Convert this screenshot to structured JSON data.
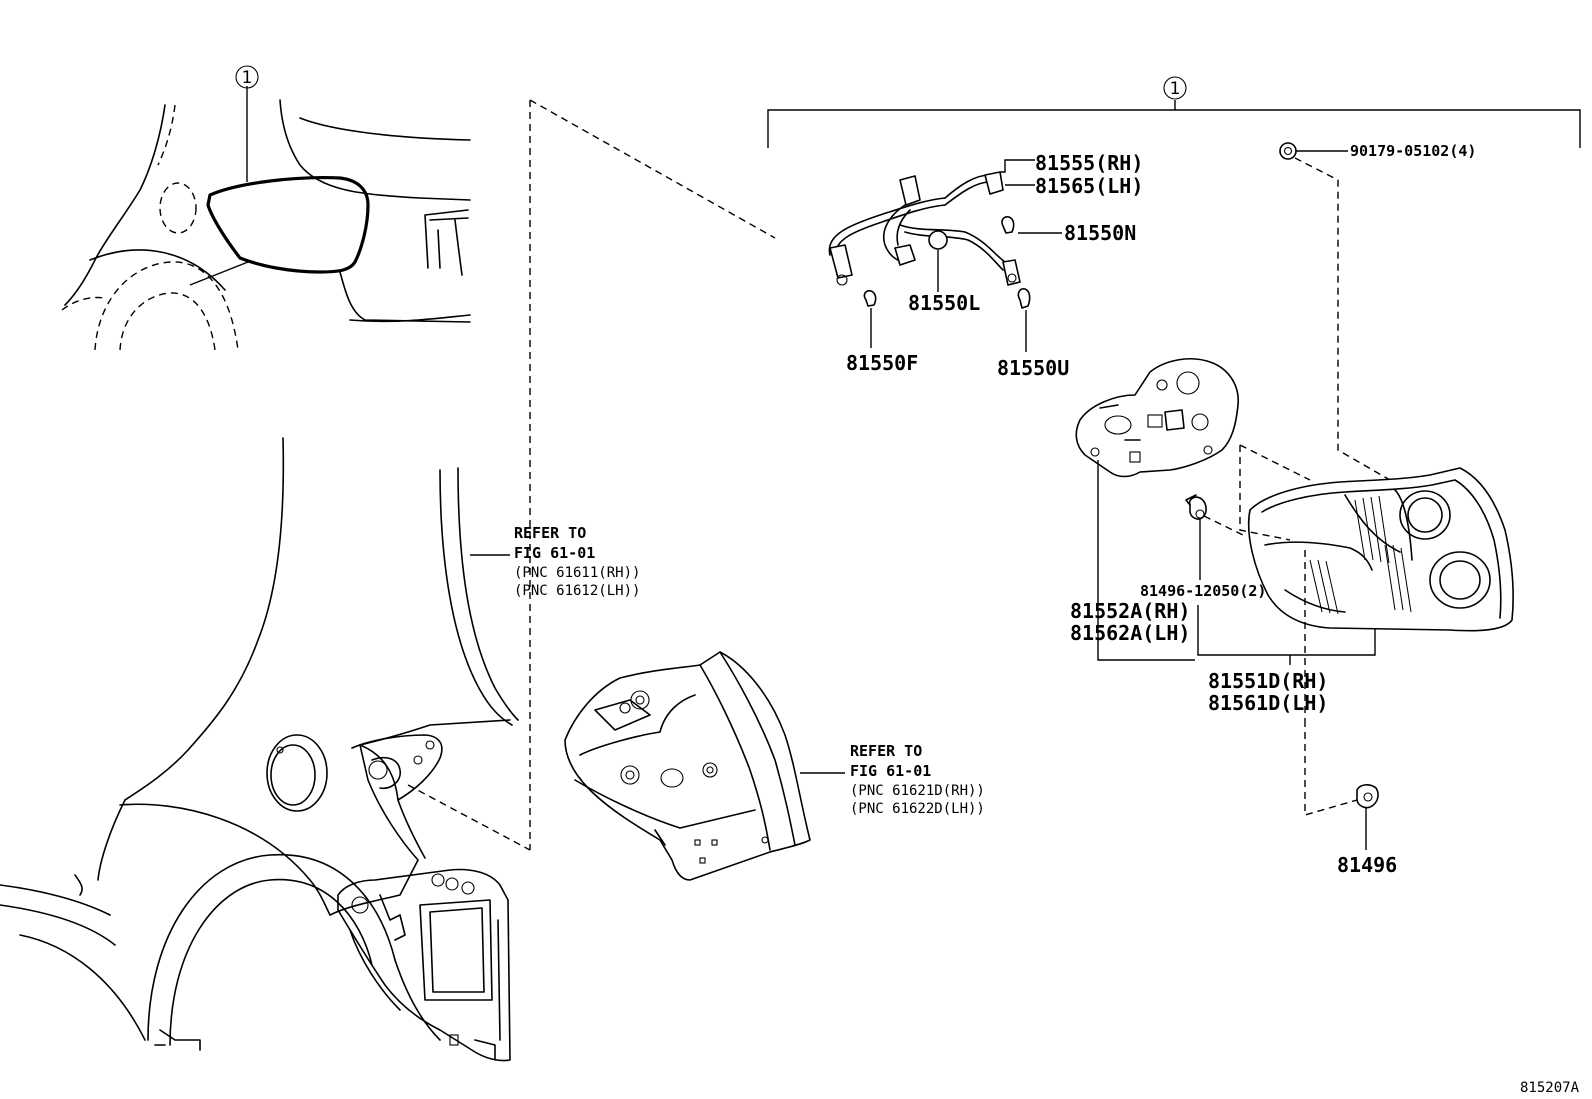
{
  "callouts": {
    "item_1_left": "1",
    "item_1_top": "1"
  },
  "labels": {
    "p81555": "81555(RH)",
    "p81565": "81565(LH)",
    "p90179": "90179-05102(4)",
    "p81550N": "81550N",
    "p81550L": "81550L",
    "p81550F": "81550F",
    "p81550U": "81550U",
    "p81496_12050": "81496-12050(2)",
    "p81552A": "81552A(RH)",
    "p81562A": "81562A(LH)",
    "p81551D": "81551D(RH)",
    "p81561D": "81561D(LH)",
    "p81496": "81496"
  },
  "refer_upper": {
    "line1": "REFER TO",
    "line2": "FIG 61-01",
    "line3": "(PNC 61611(RH))",
    "line4": "(PNC 61612(LH))"
  },
  "refer_lower": {
    "line1": "REFER TO",
    "line2": "FIG 61-01",
    "line3": "(PNC 61621D(RH))",
    "line4": "(PNC 61622D(LH))"
  },
  "illustration_id": "815207A"
}
